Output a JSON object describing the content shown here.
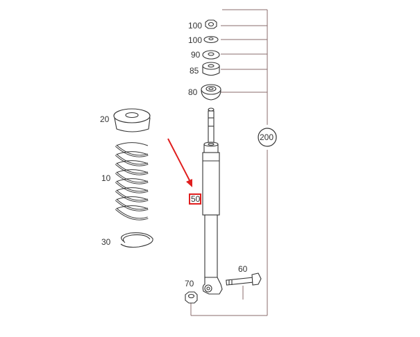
{
  "parts": {
    "p100a": "100",
    "p100b": "100",
    "p90": "90",
    "p85": "85",
    "p80": "80",
    "p20": "20",
    "p10": "10",
    "p30": "30",
    "p50": "50",
    "p70": "70",
    "p60": "60",
    "p200": "200"
  },
  "colors": {
    "highlight": "#e01e1e",
    "arrow": "#e01e1e",
    "lines": "#333333",
    "leaders": "#b58a8a"
  },
  "highlighted_part": "50"
}
